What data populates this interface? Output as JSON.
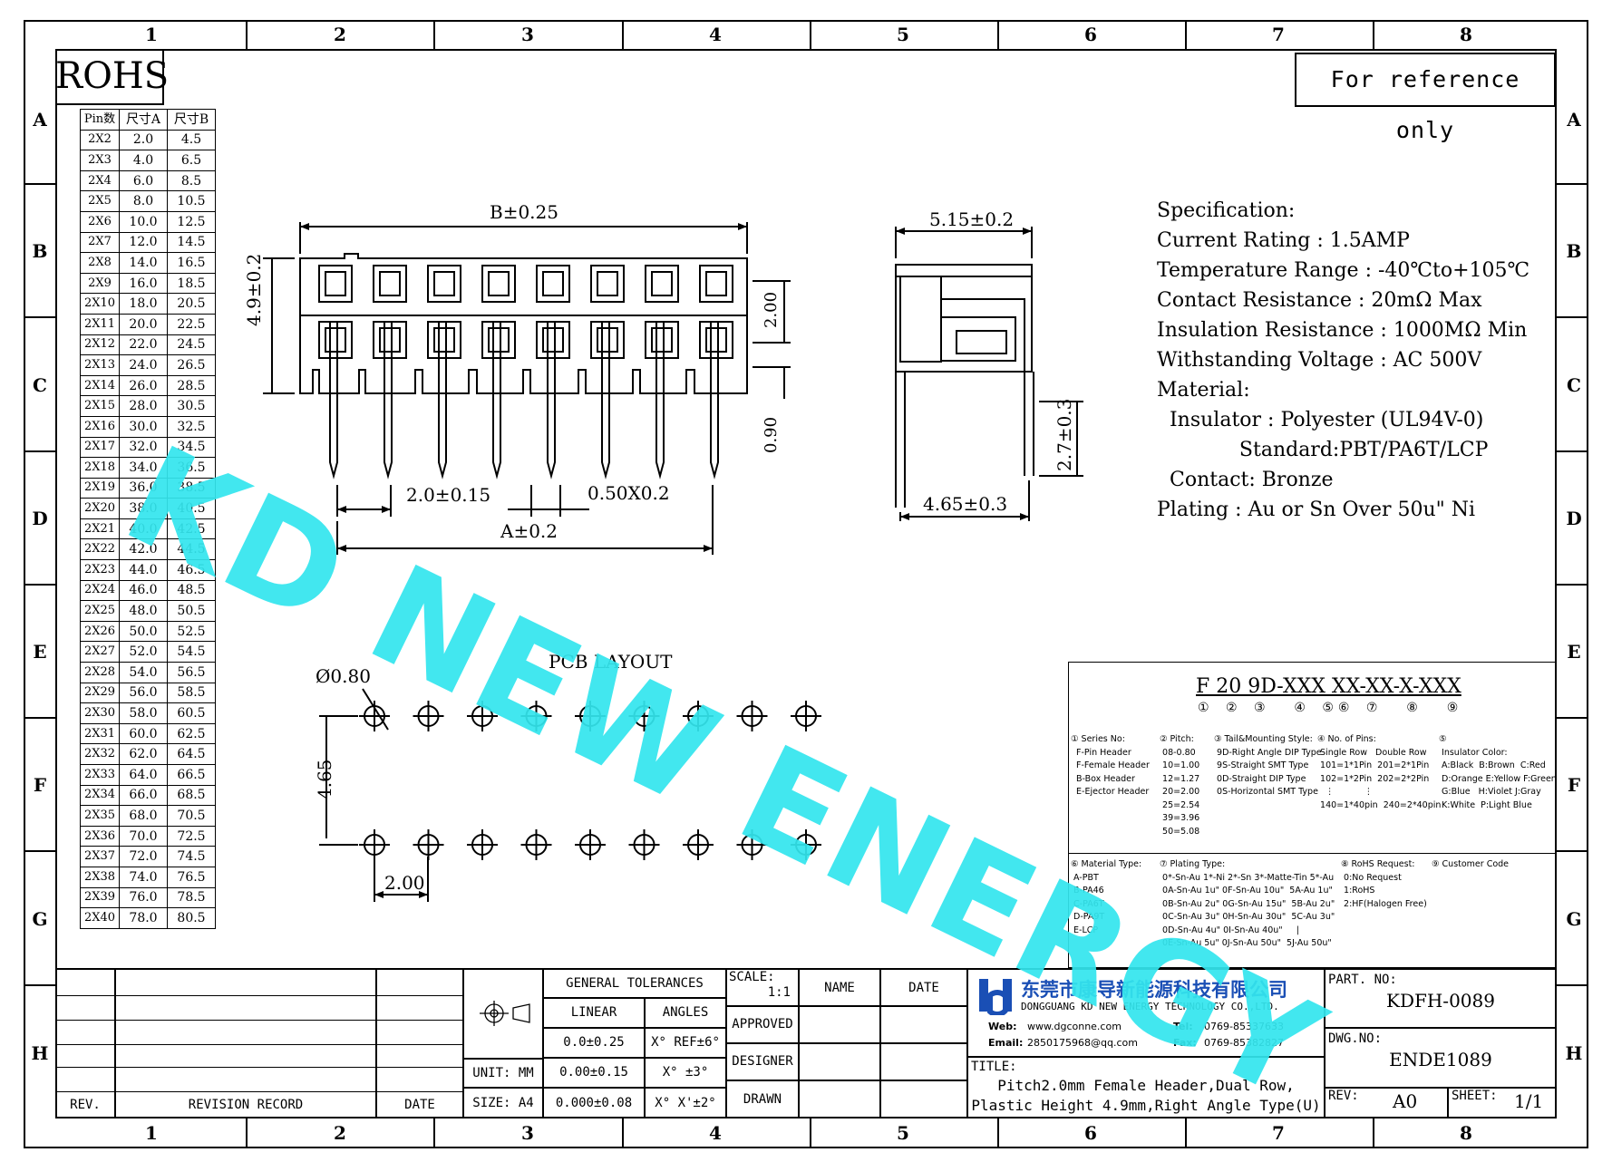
{
  "zones": {
    "cols": [
      "1",
      "2",
      "3",
      "4",
      "5",
      "6",
      "7",
      "8"
    ],
    "rows": [
      "A",
      "B",
      "C",
      "D",
      "E",
      "F",
      "G",
      "H"
    ]
  },
  "header": {
    "rohs": "ROHS",
    "reference": "For reference only"
  },
  "pin_table": {
    "headers": [
      "Pin数",
      "尺寸A",
      "尺寸B"
    ],
    "rows": [
      [
        "2X2",
        "2.0",
        "4.5"
      ],
      [
        "2X3",
        "4.0",
        "6.5"
      ],
      [
        "2X4",
        "6.0",
        "8.5"
      ],
      [
        "2X5",
        "8.0",
        "10.5"
      ],
      [
        "2X6",
        "10.0",
        "12.5"
      ],
      [
        "2X7",
        "12.0",
        "14.5"
      ],
      [
        "2X8",
        "14.0",
        "16.5"
      ],
      [
        "2X9",
        "16.0",
        "18.5"
      ],
      [
        "2X10",
        "18.0",
        "20.5"
      ],
      [
        "2X11",
        "20.0",
        "22.5"
      ],
      [
        "2X12",
        "22.0",
        "24.5"
      ],
      [
        "2X13",
        "24.0",
        "26.5"
      ],
      [
        "2X14",
        "26.0",
        "28.5"
      ],
      [
        "2X15",
        "28.0",
        "30.5"
      ],
      [
        "2X16",
        "30.0",
        "32.5"
      ],
      [
        "2X17",
        "32.0",
        "34.5"
      ],
      [
        "2X18",
        "34.0",
        "36.5"
      ],
      [
        "2X19",
        "36.0",
        "38.5"
      ],
      [
        "2X20",
        "38.0",
        "40.5"
      ],
      [
        "2X21",
        "40.0",
        "42.5"
      ],
      [
        "2X22",
        "42.0",
        "44.5"
      ],
      [
        "2X23",
        "44.0",
        "46.5"
      ],
      [
        "2X24",
        "46.0",
        "48.5"
      ],
      [
        "2X25",
        "48.0",
        "50.5"
      ],
      [
        "2X26",
        "50.0",
        "52.5"
      ],
      [
        "2X27",
        "52.0",
        "54.5"
      ],
      [
        "2X28",
        "54.0",
        "56.5"
      ],
      [
        "2X29",
        "56.0",
        "58.5"
      ],
      [
        "2X30",
        "58.0",
        "60.5"
      ],
      [
        "2X31",
        "60.0",
        "62.5"
      ],
      [
        "2X32",
        "62.0",
        "64.5"
      ],
      [
        "2X33",
        "64.0",
        "66.5"
      ],
      [
        "2X34",
        "66.0",
        "68.5"
      ],
      [
        "2X35",
        "68.0",
        "70.5"
      ],
      [
        "2X36",
        "70.0",
        "72.5"
      ],
      [
        "2X37",
        "72.0",
        "74.5"
      ],
      [
        "2X38",
        "74.0",
        "76.5"
      ],
      [
        "2X39",
        "76.0",
        "78.5"
      ],
      [
        "2X40",
        "78.0",
        "80.5"
      ]
    ]
  },
  "front_view": {
    "dim_b": "B±0.25",
    "dim_height": "4.9±0.2",
    "dim_200": "2.00",
    "dim_090": "0.90",
    "dim_pitch": "2.0±0.15",
    "dim_pin": "0.50X0.2",
    "dim_a": "A±0.2"
  },
  "side_view": {
    "dim_width": "5.15±0.2",
    "dim_pin_len": "2.7±0.3",
    "dim_span": "4.65±0.3"
  },
  "pcb": {
    "title": "PCB LAYOUT",
    "hole": "Ø0.80",
    "row_gap": "4.65",
    "pitch": "2.00"
  },
  "spec": {
    "lines": [
      "Specification:",
      "Current Rating : 1.5AMP",
      "Temperature Range : -40℃to+105℃",
      "Contact Resistance : 20mΩ Max",
      "Insulation Resistance : 1000MΩ Min",
      "Withstanding Voltage : AC 500V",
      "Material:",
      "  Insulator : Polyester (UL94V-0)",
      "             Standard:PBT/PA6T/LCP",
      "  Contact: Bronze",
      "Plating : Au or Sn Over 50u\" Ni"
    ]
  },
  "part_code": {
    "code": "F 20 9D-XXX XX-XX-X-XXX",
    "indices": "① ② ③  ④ ⑤⑥ ⑦  ⑧  ⑨",
    "block1": [
      "① Series No:\n  F-Pin Header\n  F-Female Header\n  B-Box Header\n  E-Ejector Header",
      "② Pitch:\n 08-0.80\n 10=1.00\n 12=1.27\n 20=2.00\n 25=2.54\n 39=3.96\n 50=5.08",
      "③ Tail&Mounting Style:\n 9D-Right Angle DIP Type\n 9S-Straight SMT Type\n 0D-Straight DIP Type\n 0S-Horizontal SMT Type",
      "④ No. of Pins:\n Single Row   Double Row\n 101=1*1Pin  201=2*1Pin\n 102=1*2Pin  202=2*2Pin\n   ⋮           ⋮\n 140=1*40pin  240=2*40pin",
      "⑤\n Insulator Color:\n A:Black  B:Brown  C:Red\n D:Orange E:Yellow F:Green\n G:Blue   H:Violet J:Gray\n K:White  P:Light Blue"
    ],
    "block2": [
      "⑥ Material Type:\n A-PBT\n B-PA46\n C-PA6T\n D-PA9T\n E-LCP",
      "⑦ Plating Type:\n 0*-Sn-Au 1*-Ni 2*-Sn 3*-Matte-Tin 5*-Au\n 0A-Sn-Au 1u\" 0F-Sn-Au 10u\"  5A-Au 1u\"\n 0B-Sn-Au 2u\" 0G-Sn-Au 15u\"  5B-Au 2u\"\n 0C-Sn-Au 3u\" 0H-Sn-Au 30u\"  5C-Au 3u\"\n 0D-Sn-Au 4u\" 0I-Sn-Au 40u\"     |\n 0E-Sn-Au 5u\" 0J-Sn-Au 50u\"  5J-Au 50u\"",
      "⑧ RoHS Request:\n 0:No Request\n 1:RoHS\n 2:HF(Halogen Free)",
      "⑨ Customer Code"
    ]
  },
  "title_block": {
    "rev_label": "REV.",
    "revision_record": "REVISION RECORD",
    "date_label": "DATE",
    "general_tolerances": "GENERAL TOLERANCES",
    "linear": "LINEAR",
    "angles": "ANGLES",
    "lin1": "0.0±0.25",
    "ang1": "X° REF±6°",
    "unit": "UNIT: MM",
    "lin2": "0.00±0.15",
    "ang2": "X° ±3°",
    "size": "SIZE: A4",
    "lin3": "0.000±0.08",
    "ang3": "X° X'±2°",
    "scale_label": "SCALE:",
    "scale_value": "1:1",
    "name": "NAME",
    "date": "DATE",
    "approved": "APPROVED",
    "designer": "DESIGNER",
    "drawn": "DRAWN",
    "company_cn": "东莞市康导新能源科技有限公司",
    "company_en": "DONGGUANG KD NEW ENERGY TECHNOLOGY CO.,LTD.",
    "web_label": "Web:",
    "web": "www.dgconne.com",
    "tel_label": "Tel:",
    "tel": "0769-85337633",
    "email_label": "Email:",
    "email": "2850175968@qq.com",
    "fax_label": "Fax:",
    "fax": "0769-85382827",
    "title_label": "TITLE:",
    "title_line1": "Pitch2.0mm Female Header,Dual Row,",
    "title_line2": "Plastic Height 4.9mm,Right Angle Type(U)",
    "part_no_label": "PART. NO:",
    "part_no": "KDFH-0089",
    "dwg_no_label": "DWG.NO:",
    "dwg_no": "ENDE1089",
    "rev_field_label": "REV:",
    "rev_value": "A0",
    "sheet_label": "SHEET:",
    "sheet_value": "1/1"
  },
  "watermark": "KD NEW ENERGY",
  "colors": {
    "watermark": "#33e6ee",
    "logo": "#1a4fb5"
  }
}
